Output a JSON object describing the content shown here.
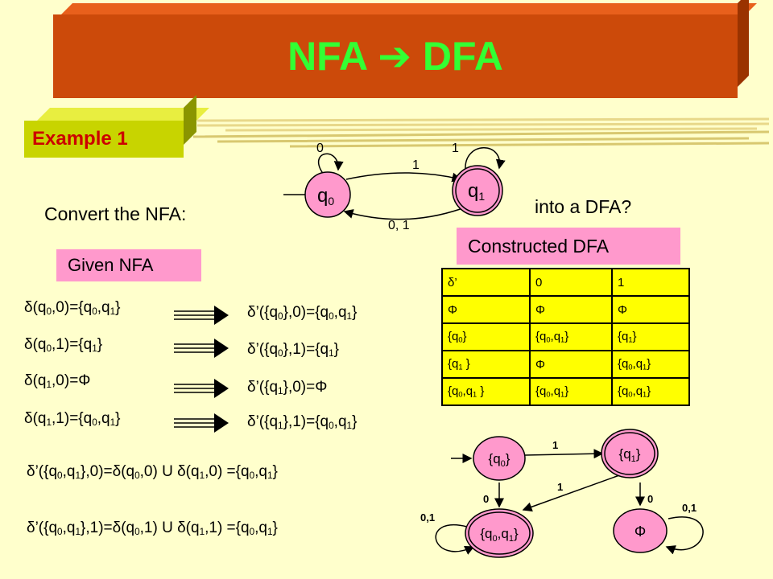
{
  "title": "NFA ➔ DFA",
  "example_label": "Example 1",
  "convert_text": "Convert the NFA:",
  "into_text": "into a DFA?",
  "given_label": "Given NFA",
  "constructed_label": "Constructed DFA",
  "nfa": {
    "state_q0": "q0",
    "state_q1": "q1",
    "loop_q0": "0",
    "loop_q1": "1",
    "edge_q0_q1": "1",
    "edge_q1_q0": "0, 1"
  },
  "nfa_transitions": [
    [
      "δ(q",
      "0",
      ",0)={q",
      "0",
      ",q",
      "1",
      "}"
    ],
    [
      "δ(q",
      "0",
      ",1)={q",
      "1",
      "}"
    ],
    [
      "δ(q",
      "1",
      ",0)=Φ"
    ],
    [
      "δ(q",
      "1",
      ",1)={q",
      "0",
      ",q",
      "1",
      "}"
    ]
  ],
  "dfa_transitions": [
    [
      "δ’({q",
      "0",
      "},0)={q",
      "0",
      ",q",
      "1",
      "}"
    ],
    [
      "δ’({q",
      "0",
      "},1)={q",
      "1",
      "}"
    ],
    [
      "δ’({q",
      "1",
      "},0)=Φ"
    ],
    [
      "δ’({q",
      "1",
      "},1)={q",
      "0",
      ",q",
      "1",
      "}"
    ]
  ],
  "union_lines": [
    [
      "δ’({q",
      "0",
      ",q",
      "1",
      "},0)=δ(q",
      "0",
      ",0) U δ(q",
      "1",
      ",0) ={q",
      "0",
      ",q",
      "1",
      "}"
    ],
    [
      "δ’({q",
      "0",
      ",q",
      "1",
      "},1)=δ(q",
      "0",
      ",1) U δ(q",
      "1",
      ",1) ={q",
      "0",
      ",q",
      "1",
      "}"
    ]
  ],
  "table": {
    "header": [
      "δ’",
      "0",
      "1"
    ],
    "rows": [
      [
        [
          "Φ"
        ],
        [
          "Φ"
        ],
        [
          "Φ"
        ]
      ],
      [
        [
          "{q",
          "0",
          "}"
        ],
        [
          "{q",
          "0",
          ",q",
          "1",
          "}"
        ],
        [
          "{q",
          "1",
          "}"
        ]
      ],
      [
        [
          "{q",
          "1",
          " }"
        ],
        [
          "Φ"
        ],
        [
          "{q",
          "0",
          ",q",
          "1",
          "}"
        ]
      ],
      [
        [
          "{q",
          "0",
          ",q",
          "1",
          " }"
        ],
        [
          "{q",
          "0",
          ",q",
          "1",
          "}"
        ],
        [
          "{q",
          "0",
          ",q",
          "1",
          "}"
        ]
      ]
    ]
  },
  "dfa": {
    "states": {
      "q0": [
        "{q",
        "0",
        "}"
      ],
      "q1": [
        "{q",
        "1",
        "}"
      ],
      "q01": [
        "{q",
        "0",
        ",q",
        "1",
        "}"
      ],
      "phi": [
        "Φ"
      ]
    },
    "edges": {
      "q0_q1": "1",
      "q0_q01": "0",
      "q1_q01": "1",
      "q1_phi": "0",
      "q01_loop": "0,1",
      "phi_loop": "0,1"
    }
  },
  "colors": {
    "background": "#ffffcc",
    "title_banner": "#cc4a0a",
    "title_text": "#33ff33",
    "example_box": "#c8d400",
    "example_text": "#cc0000",
    "pink_box": "#ff99cc",
    "state_fill": "#ff99cc",
    "table_fill": "#ffff00"
  }
}
